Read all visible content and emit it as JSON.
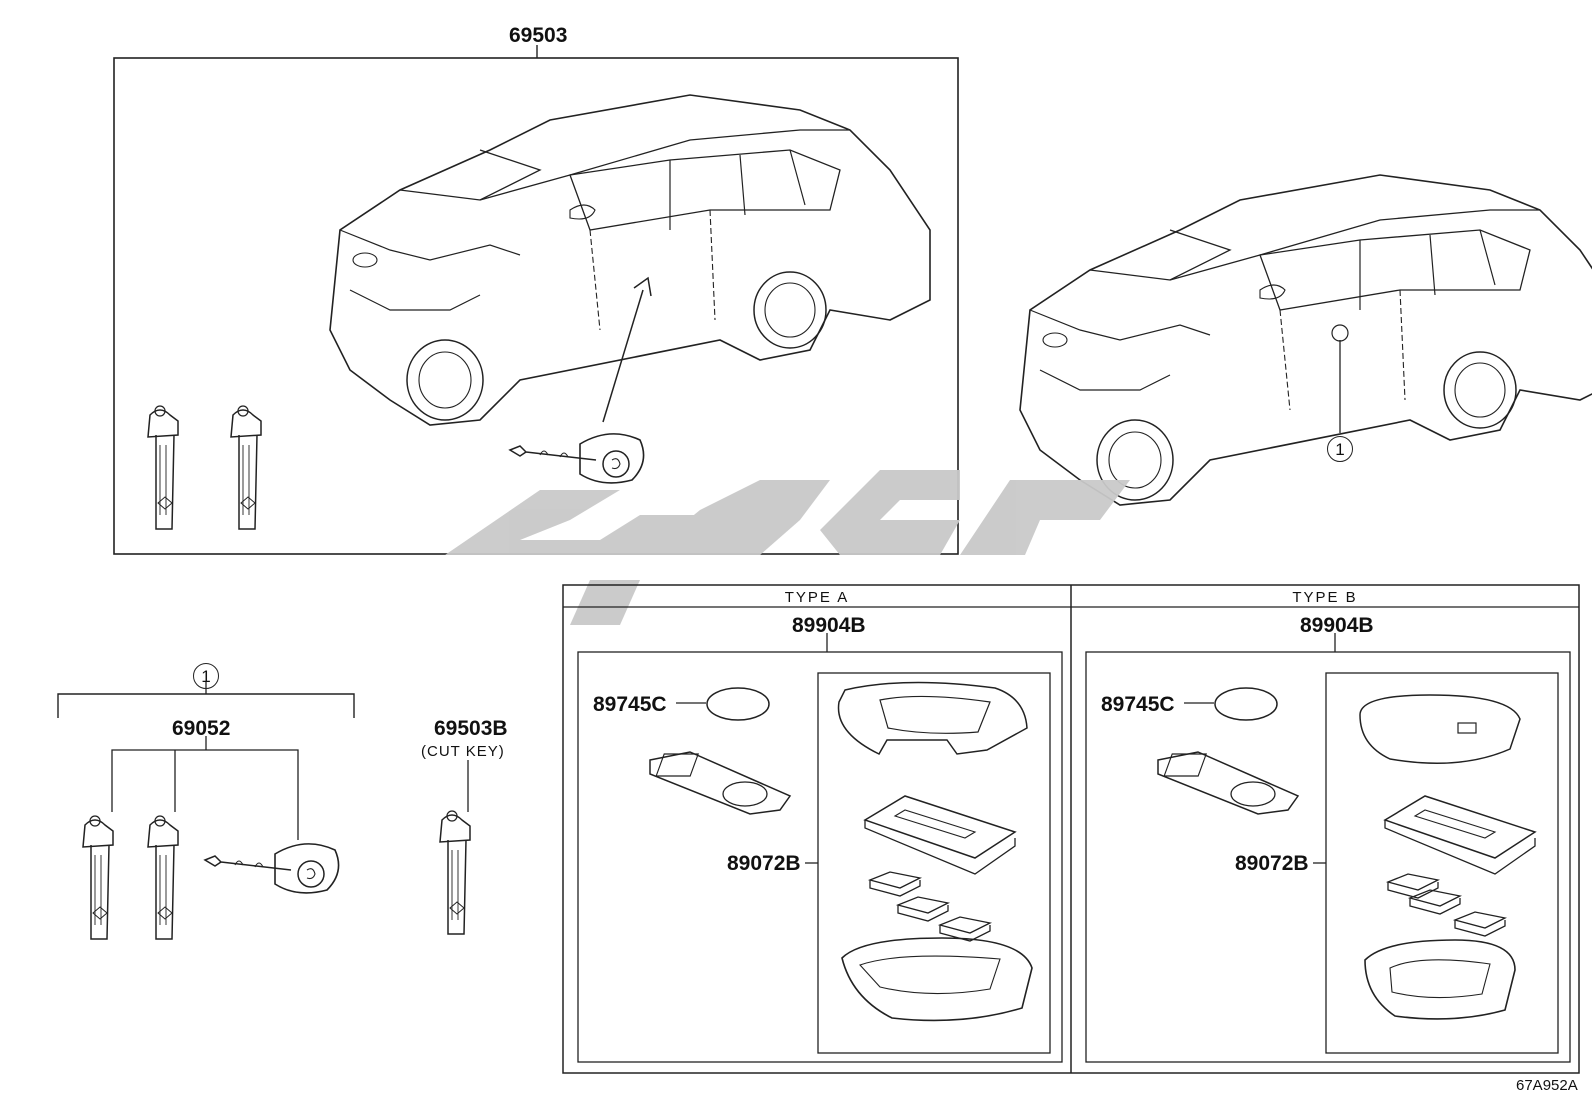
{
  "main_kit": {
    "part_no": "69503"
  },
  "reference_car": {
    "callout": "1"
  },
  "lock_set": {
    "callout": "1",
    "part_no": "69052"
  },
  "cut_key": {
    "part_no": "69503B",
    "note": "(CUT KEY)"
  },
  "type_a": {
    "header": "TYPE A",
    "assembly_no": "89904B",
    "battery_no": "89745C",
    "case_no": "89072B"
  },
  "type_b": {
    "header": "TYPE B",
    "assembly_no": "89904B",
    "battery_no": "89745C",
    "case_no": "89072B"
  },
  "diagram_id": "67A952A",
  "watermark_color": "#c9c9c9",
  "line_color": "#222222"
}
